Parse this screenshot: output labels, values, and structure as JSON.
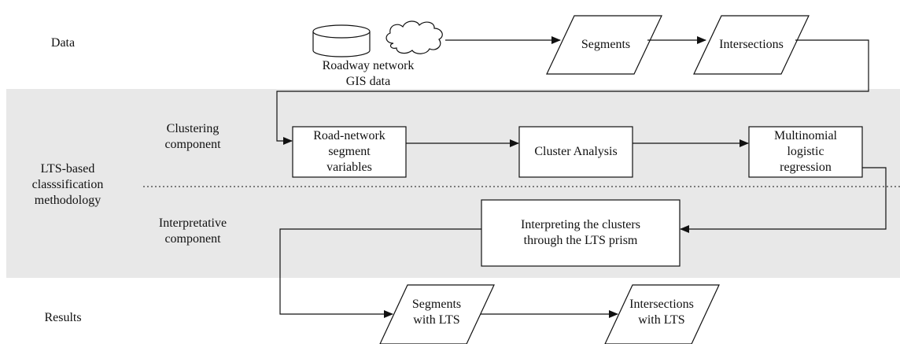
{
  "colors": {
    "band": "#e8e8e8",
    "stroke": "#111111",
    "background": "#ffffff"
  },
  "rows": {
    "data": "Data",
    "methodology": [
      "LTS-based",
      "classsification",
      "methodology"
    ],
    "results": "Results"
  },
  "components": {
    "clustering": [
      "Clustering",
      "component"
    ],
    "interpretative": [
      "Interpretative",
      "component"
    ]
  },
  "sources": {
    "database_icon": "database-icon",
    "cloud_icon": "cloud-icon",
    "label": [
      "Roadway network",
      "GIS data"
    ]
  },
  "nodes": {
    "segments": "Segments",
    "intersections": "Intersections",
    "road_network": [
      "Road-network",
      "segment",
      "variables"
    ],
    "cluster_analysis": "Cluster Analysis",
    "mnl": [
      "Multinomial",
      "logistic",
      "regression"
    ],
    "interpreting": [
      "Interpreting the clusters",
      "through the LTS prism"
    ],
    "segments_lts": [
      "Segments",
      "with LTS"
    ],
    "intersections_lts": [
      "Intersections",
      "with LTS"
    ]
  }
}
